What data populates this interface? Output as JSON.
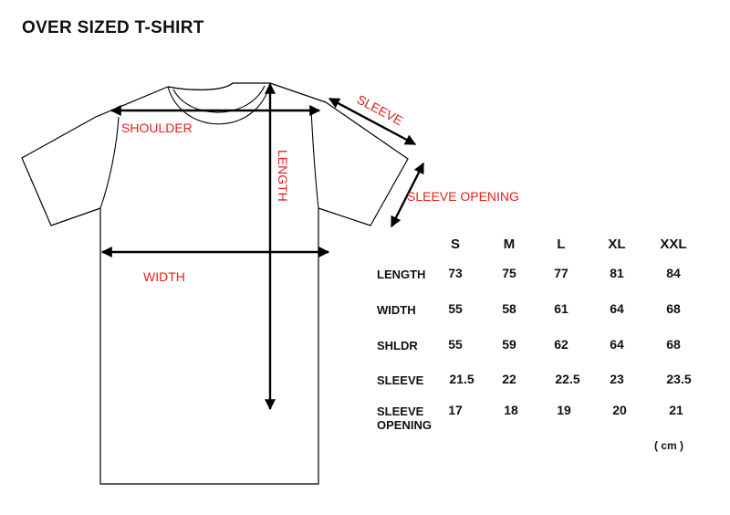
{
  "title": "OVER SIZED T-SHIRT",
  "diagram": {
    "labels": {
      "shoulder": "SHOULDER",
      "sleeve": "SLEEVE",
      "length": "LENGTH",
      "sleeve_opening": "SLEEVE OPENING",
      "width": "WIDTH"
    },
    "colors": {
      "label": "#e3211c",
      "outline": "#000000"
    }
  },
  "size_table": {
    "columns": [
      "S",
      "M",
      "L",
      "XL",
      "XXL"
    ],
    "rows": [
      {
        "label": "LENGTH",
        "label_line2": "",
        "values": [
          "73",
          "75",
          "77",
          "81",
          "84"
        ]
      },
      {
        "label": "WIDTH",
        "label_line2": "",
        "values": [
          "55",
          "58",
          "61",
          "64",
          "68"
        ]
      },
      {
        "label": "SHLDR",
        "label_line2": "",
        "values": [
          "55",
          "59",
          "62",
          "64",
          "68"
        ]
      },
      {
        "label": "SLEEVE",
        "label_line2": "",
        "values": [
          "21.5",
          "22",
          "22.5",
          "23",
          "23.5"
        ]
      },
      {
        "label": "SLEEVE",
        "label_line2": "OPENING",
        "values": [
          "17",
          "18",
          "19",
          "20",
          "21"
        ]
      }
    ],
    "unit": "( cm )"
  }
}
